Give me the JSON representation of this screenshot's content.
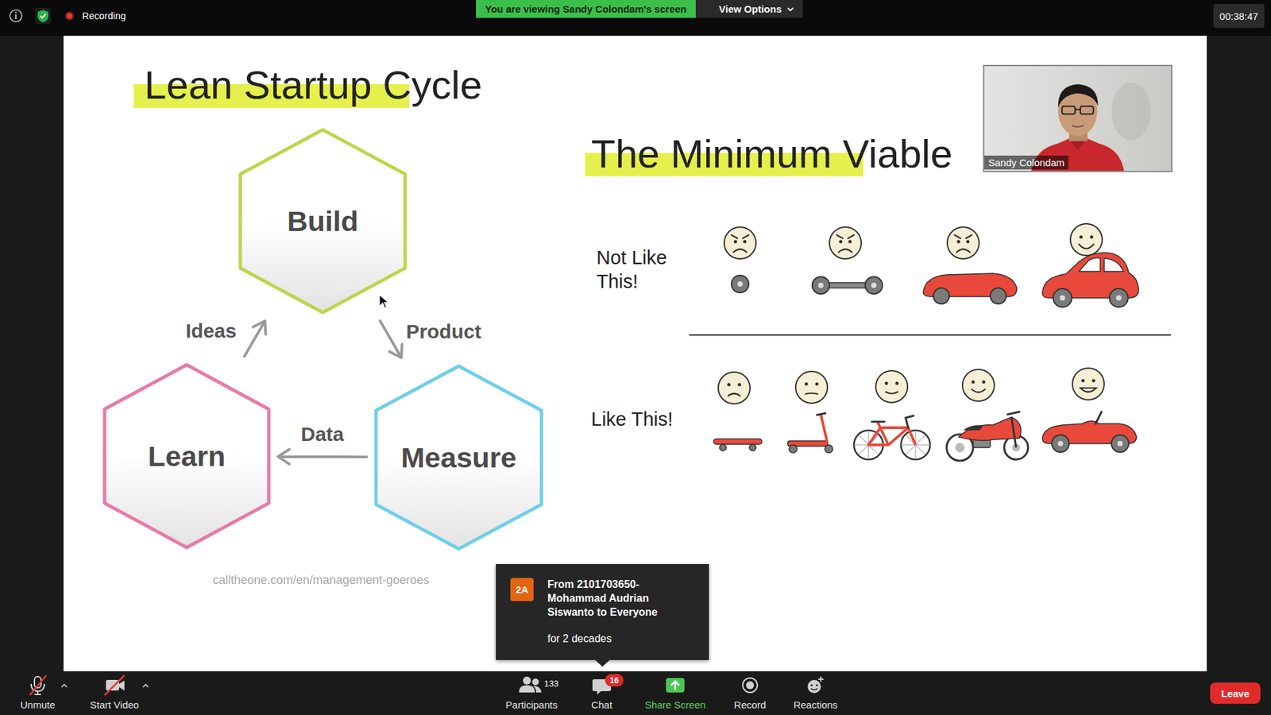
{
  "diagram": {
    "title": "Lean Startup Cycle",
    "caption": "calltheone.com/en/management-goeroes",
    "nodes": [
      {
        "text": [
          "Build"
        ]
      },
      {
        "text": [
          "Learn"
        ]
      },
      {
        "text": [
          "Measure"
        ]
      }
    ],
    "edges": [
      {
        "from": 1,
        "to": 0,
        "label": "Ideas",
        "arrow": "to"
      },
      {
        "from": 0,
        "to": 2,
        "label": "Product",
        "arrow": "to"
      },
      {
        "from": 2,
        "to": 1,
        "label": "Data",
        "arrow": "to"
      }
    ],
    "labels": [
      "Recording",
      "You are viewing Sandy Colondam's screen",
      "View Options",
      "00:38:47",
      "The Minimum Viable",
      "Sandy Colondam",
      "Not Like This!",
      "Like This!",
      "2A",
      "From 2101703650-Mohammad Audrian Siswanto to Everyone",
      "for 2 decades",
      "Unmute",
      "Start Video",
      "133",
      "Participants",
      "16",
      "Chat",
      "Share Screen",
      "Record",
      "Reactions",
      "Leave"
    ]
  }
}
